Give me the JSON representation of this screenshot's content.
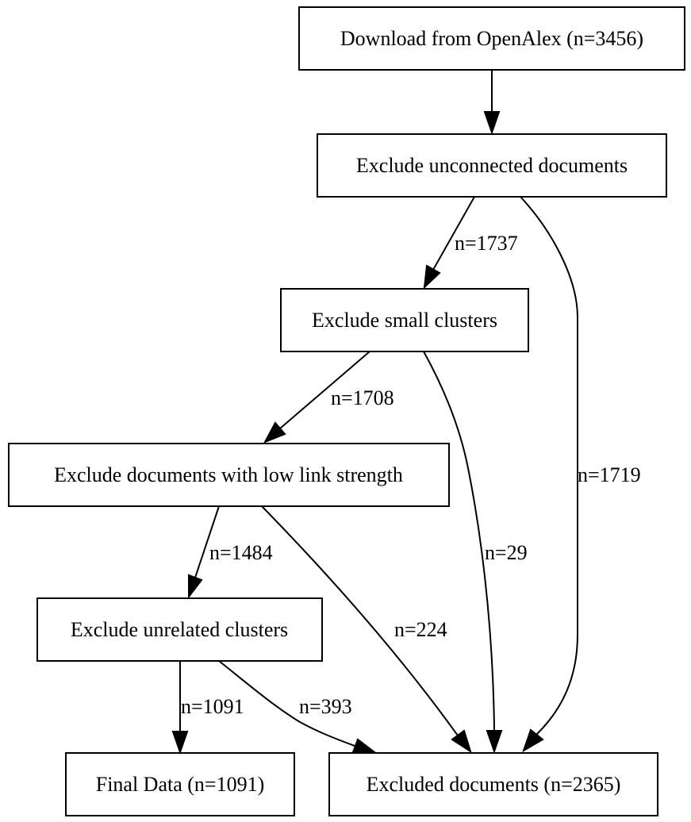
{
  "diagram": {
    "nodes": {
      "download": {
        "label": "Download from OpenAlex (n=3456)"
      },
      "unconnected": {
        "label": "Exclude unconnected documents"
      },
      "small_clusters": {
        "label": "Exclude small clusters"
      },
      "low_link": {
        "label": "Exclude documents with low link strength"
      },
      "unrelated": {
        "label": "Exclude unrelated clusters"
      },
      "final": {
        "label": "Final Data (n=1091)"
      },
      "excluded": {
        "label": "Excluded documents (n=2365)"
      }
    },
    "edges": [
      {
        "id": "download-unconnected",
        "from": "download",
        "to": "unconnected",
        "label": ""
      },
      {
        "id": "unconnected-small",
        "from": "unconnected",
        "to": "small_clusters",
        "label": "n=1737"
      },
      {
        "id": "unconnected-excluded",
        "from": "unconnected",
        "to": "excluded",
        "label": "n=1719"
      },
      {
        "id": "small-lowlink",
        "from": "small_clusters",
        "to": "low_link",
        "label": "n=1708"
      },
      {
        "id": "small-excluded",
        "from": "small_clusters",
        "to": "excluded",
        "label": "n=29"
      },
      {
        "id": "lowlink-unrelated",
        "from": "low_link",
        "to": "unrelated",
        "label": "n=1484"
      },
      {
        "id": "lowlink-excluded",
        "from": "low_link",
        "to": "excluded",
        "label": "n=224"
      },
      {
        "id": "unrelated-final",
        "from": "unrelated",
        "to": "final",
        "label": "n=1091"
      },
      {
        "id": "unrelated-excluded",
        "from": "unrelated",
        "to": "excluded",
        "label": "n=393"
      }
    ]
  }
}
